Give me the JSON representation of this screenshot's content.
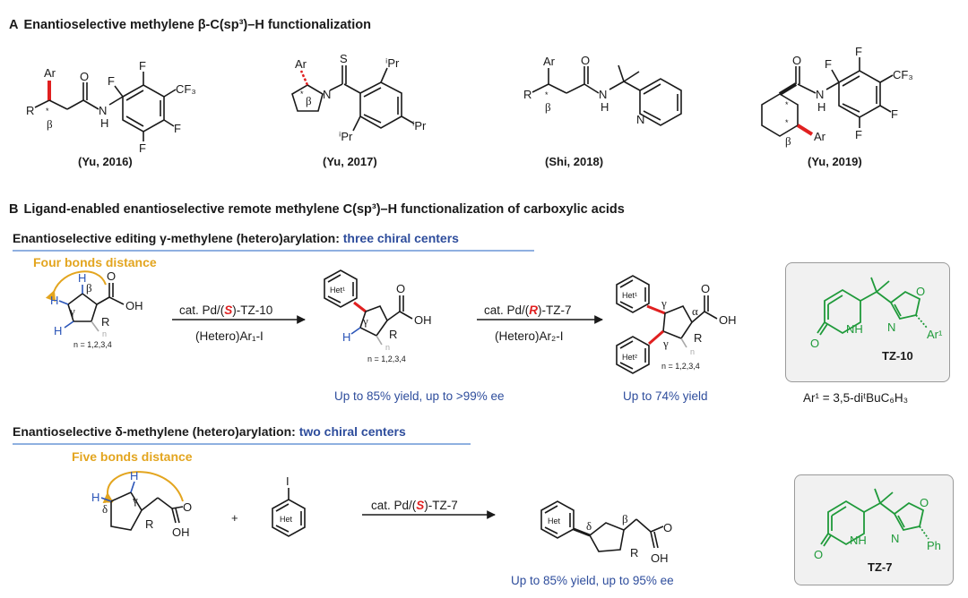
{
  "panel_a": {
    "letter": "A",
    "title": "Enantioselective methylene β-C(sp³)–H functionalization",
    "captions": [
      "(Yu, 2016)",
      "(Yu, 2017)",
      "(Shi, 2018)",
      "(Yu, 2019)"
    ]
  },
  "panel_b": {
    "letter": "B",
    "title": "Ligand-enabled enantioselective remote methylene C(sp³)–H functionalization of carboxylic acids",
    "gamma": {
      "subtitle_main": "Enantioselective editing γ-methylene (hetero)arylation: ",
      "subtitle_emph": "three chiral centers",
      "distance": "Four bonds distance",
      "step1_reagent_pre": "cat. Pd/(",
      "step1_config": "S",
      "step1_reagent_post": ")-TZ-10",
      "step1_partner": "(Hetero)Ar₁-I",
      "step2_reagent_pre": "cat. Pd/(",
      "step2_config": "R",
      "step2_reagent_post": ")-TZ-7",
      "step2_partner": "(Hetero)Ar₂-I",
      "n_label": "n = 1,2,3,4",
      "result1": "Up to 85% yield, up to >99% ee",
      "result2": "Up to 74% yield",
      "ligand_name": "TZ-10",
      "ligand_note": "Ar¹ = 3,5-diᵗBuC₆H₃"
    },
    "delta": {
      "subtitle_main": "Enantioselective δ-methylene (hetero)arylation: ",
      "subtitle_emph": "two chiral centers",
      "distance": "Five bonds distance",
      "reagent_pre": "cat. Pd/(",
      "config": "S",
      "reagent_post": ")-TZ-7",
      "result": "Up to 85% yield, up to 95% ee",
      "ligand_name": "TZ-7"
    }
  },
  "atoms": {
    "F": "F",
    "CF3": "CF₃",
    "O": "O",
    "N": "N",
    "H": "H",
    "NH": "NH",
    "S": "S",
    "Ar": "Ar",
    "R": "R",
    "OH": "OH",
    "Ph": "Ph",
    "I": "I",
    "iPr": "ⁱPr",
    "Het": "Het",
    "Het1": "Het¹",
    "Het2": "Het²",
    "Ar1": "Ar¹",
    "star": "*",
    "sub_n": "n",
    "beta": "β",
    "gamma": "γ",
    "delta": "δ",
    "alpha": "α",
    "plus": "+"
  },
  "colors": {
    "blue": "#2e4d9c",
    "orange": "#e3a51f",
    "green": "#1f9a3a",
    "red": "#e02020",
    "hbond": "#2b55b8",
    "grey_bond": "#a8a8a8"
  }
}
